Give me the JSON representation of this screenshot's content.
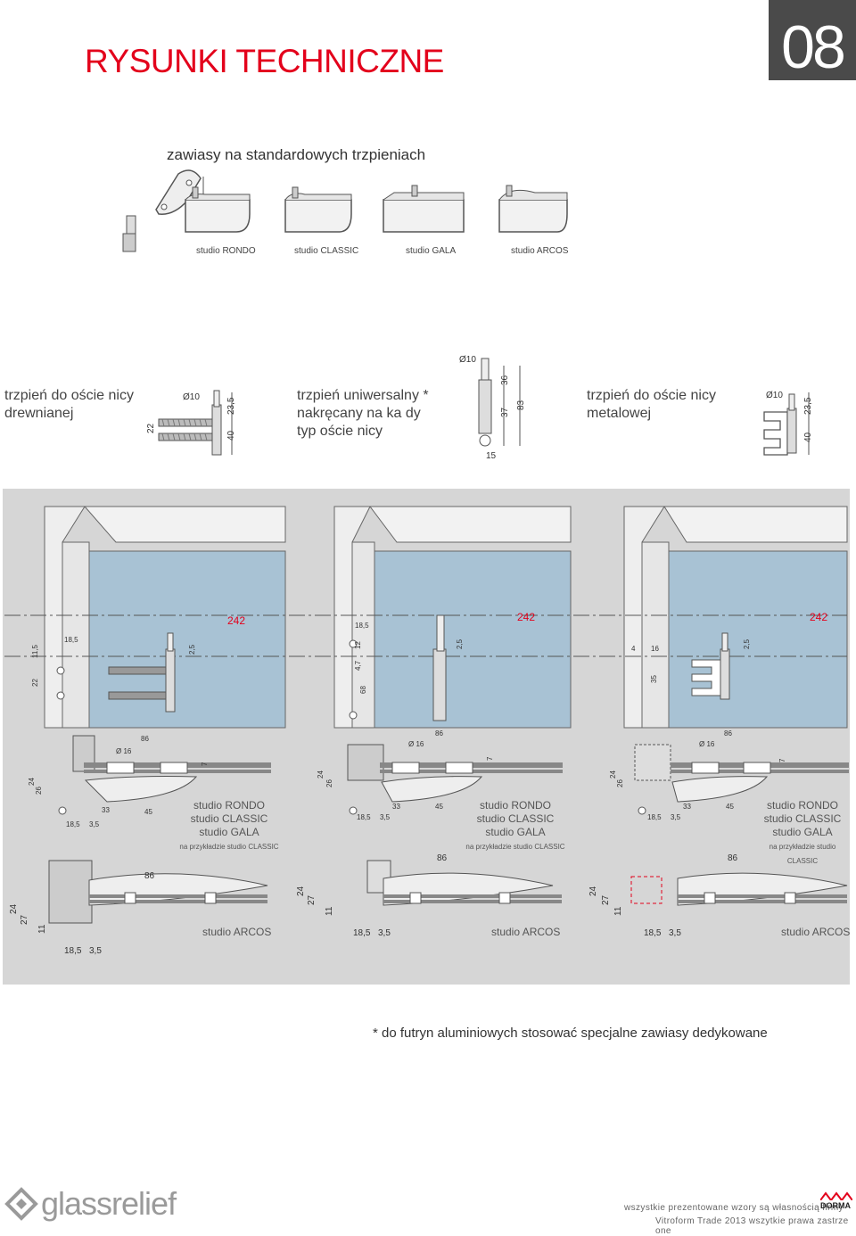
{
  "header": {
    "title": "RYSUNKI TECHNICZNE",
    "page_number": "08"
  },
  "subtitle": "zawiasy na standardowych trzpieniach",
  "hinges": [
    "studio RONDO",
    "studio CLASSIC",
    "studio GALA",
    "studio ARCOS"
  ],
  "pins": [
    {
      "line1": "trzpień do oście nicy",
      "line2": "drewnianej",
      "line3": ""
    },
    {
      "line1": "trzpień uniwersalny *",
      "line2": "nakręcany na ka dy",
      "line3": "typ oście nicy"
    },
    {
      "line1": "trzpień do oście nicy",
      "line2": "metalowej",
      "line3": ""
    }
  ],
  "pin_dims": {
    "wood": {
      "dia": "Ø10",
      "a": "22",
      "b": "23,5",
      "c": "40"
    },
    "universal": {
      "dia": "Ø10",
      "a": "36",
      "b": "37",
      "c": "83",
      "d": "15"
    },
    "metal": {
      "dia": "Ø10",
      "b": "23,5",
      "c": "40"
    }
  },
  "frame_dims": {
    "d242": "242",
    "d18_5": "18,5",
    "d11_5": "11,5",
    "d22": "22",
    "d2_5": "2,5",
    "d12": "12",
    "d4_7": "4,7",
    "d68": "68",
    "d4": "4",
    "d16": "16",
    "d35": "35"
  },
  "hinge_dims": {
    "d86": "86",
    "dia16": "Ø 16",
    "d7": "7",
    "d24": "24",
    "d26": "26",
    "d27": "27",
    "d11": "11",
    "d18_5": "18,5",
    "d3_5": "3,5",
    "d33": "33",
    "d45": "45"
  },
  "panel_text": {
    "rondo": "studio RONDO",
    "classic": "studio CLASSIC",
    "gala": "studio GALA",
    "example": "na przykładzie studio CLASSIC",
    "arcos": "studio ARCOS"
  },
  "note": "* do futryn aluminiowych stosować specjalne zawiasy dedykowane",
  "footer": {
    "logo": "glassrelief",
    "line1": "wszystkie prezentowane wzory są własnością firmy",
    "line2": "Vitroform Trade 2013 wszytkie prawa zastrze one",
    "brand": "DORMA"
  },
  "colors": {
    "accent": "#e3001b",
    "glass": "#a8c2d4",
    "frame": "#e8e8e8",
    "panel": "#d6d6d6"
  }
}
